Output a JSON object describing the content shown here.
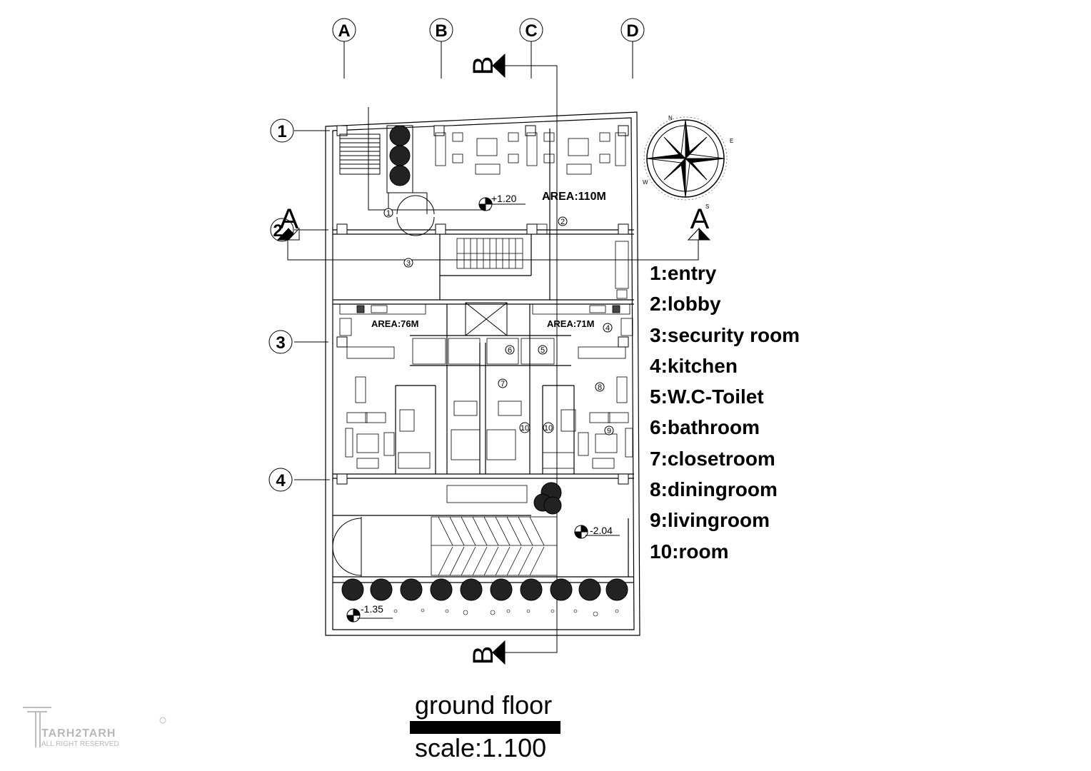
{
  "grid": {
    "columns": [
      "A",
      "B",
      "C",
      "D"
    ],
    "rows": [
      "1",
      "2",
      "3",
      "4"
    ]
  },
  "sections": {
    "a_left": "A",
    "a_right": "A",
    "b_top": "B",
    "b_bottom": "B"
  },
  "areas": {
    "upper": "AREA:110M",
    "left_unit": "AREA:76M",
    "right_unit": "AREA:71M"
  },
  "levels": {
    "entry": "+1.20",
    "yard_right": "-2.04",
    "yard_front": "-1.35"
  },
  "room_tags": [
    "1",
    "2",
    "3",
    "4",
    "5",
    "6",
    "7",
    "8",
    "9",
    "10",
    "10"
  ],
  "legend": [
    "1:entry",
    "2:lobby",
    "3:security room",
    "4:kitchen",
    "5:W.C-Toilet",
    "6:bathroom",
    "7:closetroom",
    "8:diningroom",
    "9:livingroom",
    "10:room"
  ],
  "compass": {
    "letters": [
      "N",
      "E",
      "S",
      "W"
    ]
  },
  "title": "ground floor",
  "scale": "scale:1.100",
  "watermark": {
    "name": "TARH2TARH",
    "rights": "ALL RIGHT RESERVED",
    "mark": "©"
  }
}
